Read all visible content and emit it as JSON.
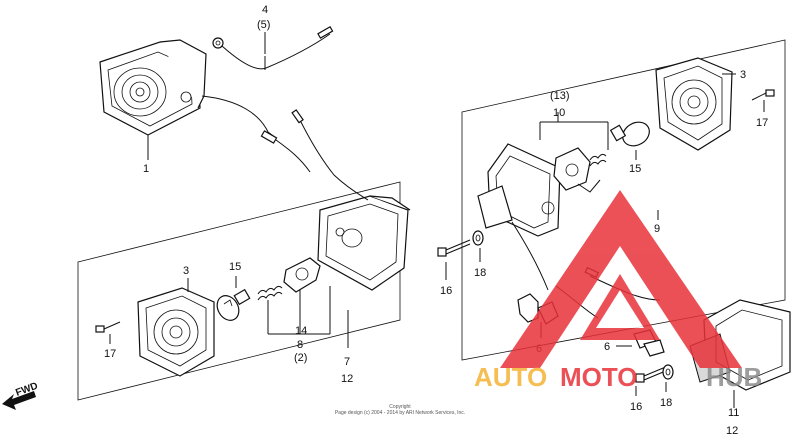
{
  "labels": {
    "l1": "1",
    "l3a": "3",
    "l3b": "3",
    "l4": "4",
    "l5": "(5)",
    "l6a": "6",
    "l6b": "6",
    "l7": "7",
    "l8": "8",
    "l8sub": "(2)",
    "l9": "9",
    "l10": "10",
    "l11": "11",
    "l12a": "12",
    "l12b": "12",
    "l13": "(13)",
    "l14": "14",
    "l15a": "15",
    "l15b": "15",
    "l16a": "16",
    "l16b": "16",
    "l17a": "17",
    "l17b": "17",
    "l18a": "18",
    "l18b": "18"
  },
  "fwd": "FWD",
  "copyright": {
    "line1": "Copyright",
    "line2": "Page design (c) 2004 - 2014 by ARI Network Services, Inc."
  },
  "watermark": {
    "auto": "AUTO",
    "moto": "MOTO",
    "hub": "HUB",
    "colors": {
      "red": "#e8323a",
      "yellow": "#f5b335",
      "gray": "#8c8c8c"
    }
  }
}
